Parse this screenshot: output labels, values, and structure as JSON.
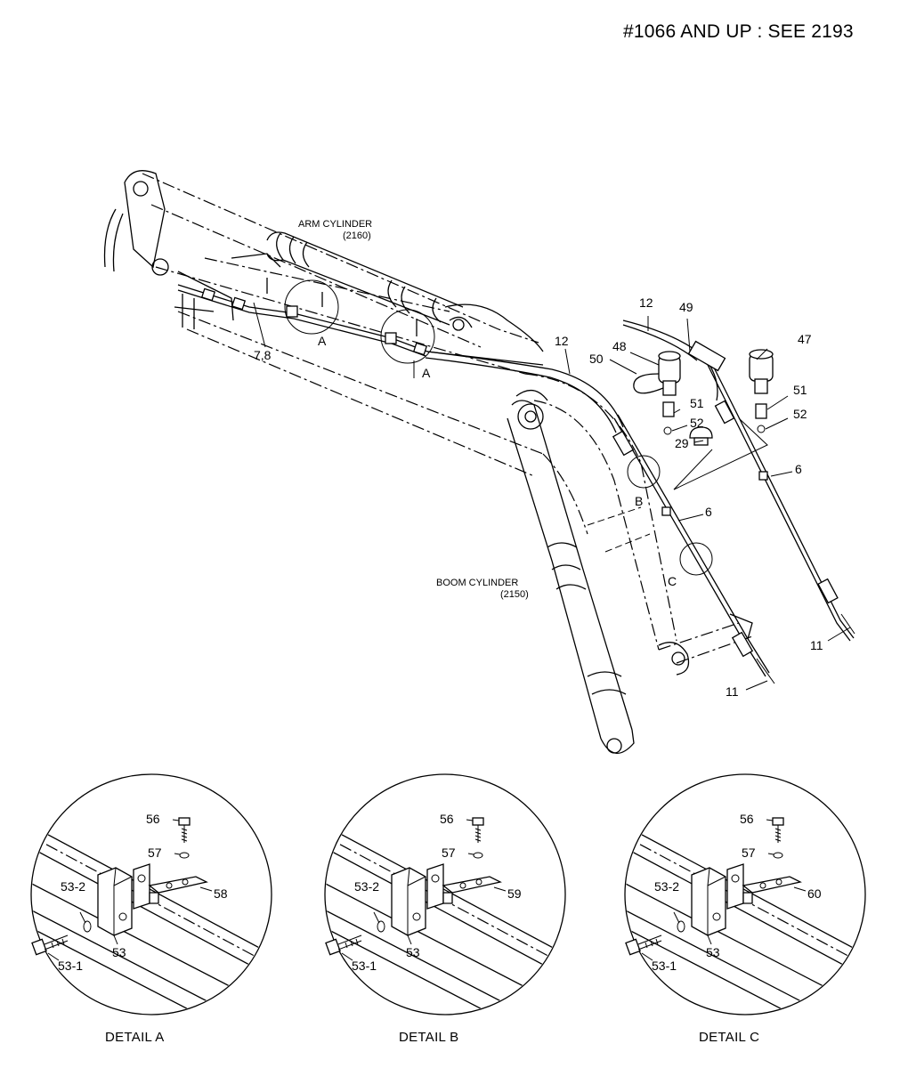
{
  "header": {
    "note": "#1066 AND UP : SEE 2193"
  },
  "main_view": {
    "arm_cylinder": {
      "name": "ARM CYLINDER",
      "ref": "(2160)"
    },
    "boom_cylinder": {
      "name": "BOOM CYLINDER",
      "ref": "(2150)"
    },
    "callouts": {
      "c78": "7,8",
      "cA1": "A",
      "cA2": "A",
      "c12a": "12",
      "c12b": "12",
      "c49": "49",
      "c48": "48",
      "c47": "47",
      "c50": "50",
      "c51a": "51",
      "c51b": "51",
      "c52a": "52",
      "c52b": "52",
      "c29": "29",
      "c6a": "6",
      "c6b": "6",
      "cB": "B",
      "cC": "C",
      "c11a": "11",
      "c11b": "11"
    }
  },
  "details": [
    {
      "title": "DETAIL A",
      "bolt": "56",
      "washer": "57",
      "bracket": "58",
      "clamp_washer": "53-2",
      "clamp": "53",
      "clamp_bolt": "53-1"
    },
    {
      "title": "DETAIL B",
      "bolt": "56",
      "washer": "57",
      "bracket": "59",
      "clamp_washer": "53-2",
      "clamp": "53",
      "clamp_bolt": "53-1"
    },
    {
      "title": "DETAIL C",
      "bolt": "56",
      "washer": "57",
      "bracket": "60",
      "clamp_washer": "53-2",
      "clamp": "53",
      "clamp_bolt": "53-1"
    }
  ]
}
